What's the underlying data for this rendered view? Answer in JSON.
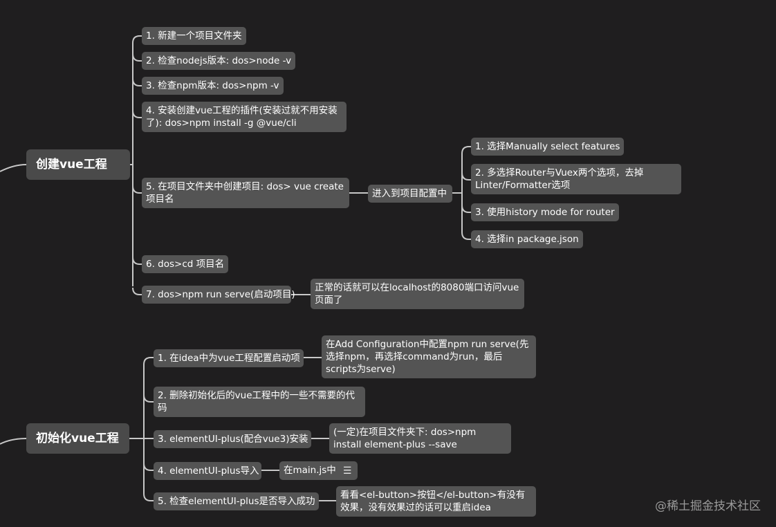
{
  "mindmap": {
    "create": {
      "title": "创建vue工程",
      "steps": [
        "1. 新建一个项目文件夹",
        "2. 检查nodejs版本: dos>node -v",
        "3. 检查npm版本: dos>npm -v",
        "4. 安装创建vue工程的插件(安装过就不用安装了): dos>npm install -g @vue/cli",
        "5. 在项目文件夹中创建项目: dos> vue create 项目名",
        "6. dos>cd 项目名",
        "7. dos>npm run serve(启动项目)"
      ],
      "config_node": "进入到项目配置中",
      "config_options": [
        "1. 选择Manually select features",
        "2. 多选择Router与Vuex两个选项，去掉Linter/Formatter选项",
        "3. 使用history mode for router",
        "4. 选择in package.json"
      ],
      "serve_note": "正常的话就可以在localhost的8080端口访问vue页面了"
    },
    "init": {
      "title": "初始化vue工程",
      "steps": [
        "1. 在idea中为vue工程配置启动项",
        "2. 删除初始化后的vue工程中的一些不需要的代码",
        "3. elementUI-plus(配合vue3)安装",
        "4. elementUI-plus导入",
        "5. 检查elementUI-plus是否导入成功"
      ],
      "notes": [
        "在Add Configuration中配置npm run serve(先选择npm，再选择command为run，最后scripts为serve)",
        "(一定)在项目文件夹下: dos>npm install element-plus --save",
        "在main.js中",
        "看看<el-button>按钮</el-button>有没有效果，没有效果过的话可以重启idea"
      ],
      "notes_icon": "notes-icon"
    }
  },
  "watermark": "@稀土掘金技术社区"
}
